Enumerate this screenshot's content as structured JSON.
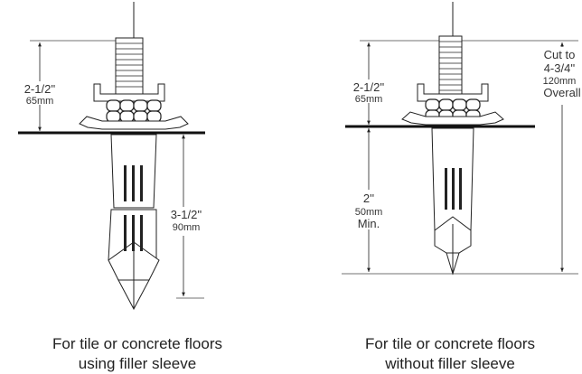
{
  "left": {
    "top_dim": [
      "2-1/2''",
      "65mm"
    ],
    "bottom_dim": [
      "3-1/2''",
      "90mm"
    ],
    "caption": [
      "For tile or concrete floors",
      "using filler sleeve"
    ]
  },
  "right": {
    "top_dim": [
      "2-1/2''",
      "65mm"
    ],
    "bottom_dim": [
      "2''",
      "50mm",
      "Min."
    ],
    "overall_dim": [
      "Cut to",
      "4-3/4''",
      "120mm",
      "Overall"
    ],
    "caption": [
      "For tile or concrete floors",
      "without filler sleeve"
    ]
  }
}
